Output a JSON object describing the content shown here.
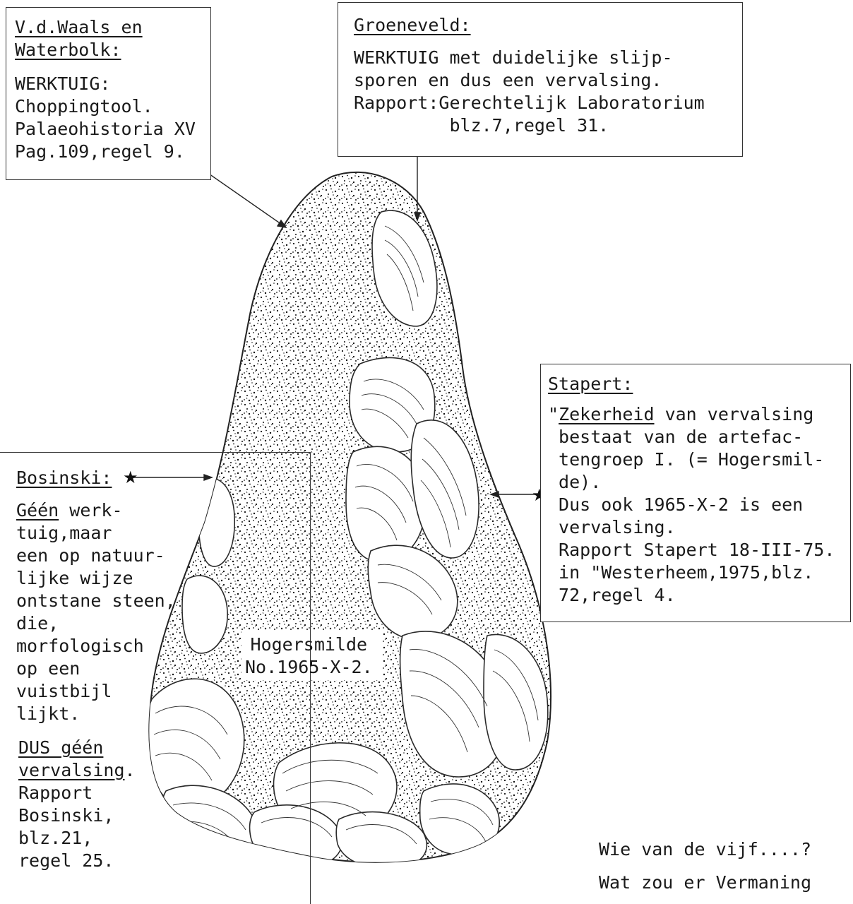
{
  "waals": {
    "heading": "V.d.Waals en\nWaterbolk:",
    "body": "WERKTUIG:\nChoppingtool.\nPalaeohistoria XV\nPag.109,regel 9."
  },
  "groeneveld": {
    "heading": "Groeneveld:",
    "body": "WERKTUIG met duidelijke slijp-\nsporen en dus een vervalsing.\nRapport:Gerechtelijk Laboratorium\n         blz.7,regel 31."
  },
  "stapert": {
    "heading": "Stapert:",
    "quote_open": "\"",
    "body_first_ul": "Zekerheid",
    "body_first_rest": " van vervalsing",
    "body": " bestaat van de artefac-\n tengroep I. (= Hogersmil-\n de).\n Dus ook 1965-X-2 is een\n vervalsing.\n Rapport Stapert 18-III-75.\n in \"Westerheem,1975,blz.\n 72,regel 4."
  },
  "bosinski": {
    "heading": "Bosinski:",
    "first_ul": "Géén",
    "first_rest": " werk-",
    "body": "tuig,maar\neen op natuur-\nlijke wijze\nontstane steen,\ndie,\nmorfologisch\nop een\nvuistbijl\nlijkt.",
    "dus_line1": "DUS géén",
    "dus_line2": "vervalsing",
    "dus_tail": ".",
    "rapport": "Rapport\nBosinski,\nblz.21,\nregel 25."
  },
  "specimen_label": "Hogersmilde\nNo.1965-X-2.",
  "footer": {
    "line1": "Wie van de vijf....?",
    "line2": "Wat zou er Vermaning"
  }
}
